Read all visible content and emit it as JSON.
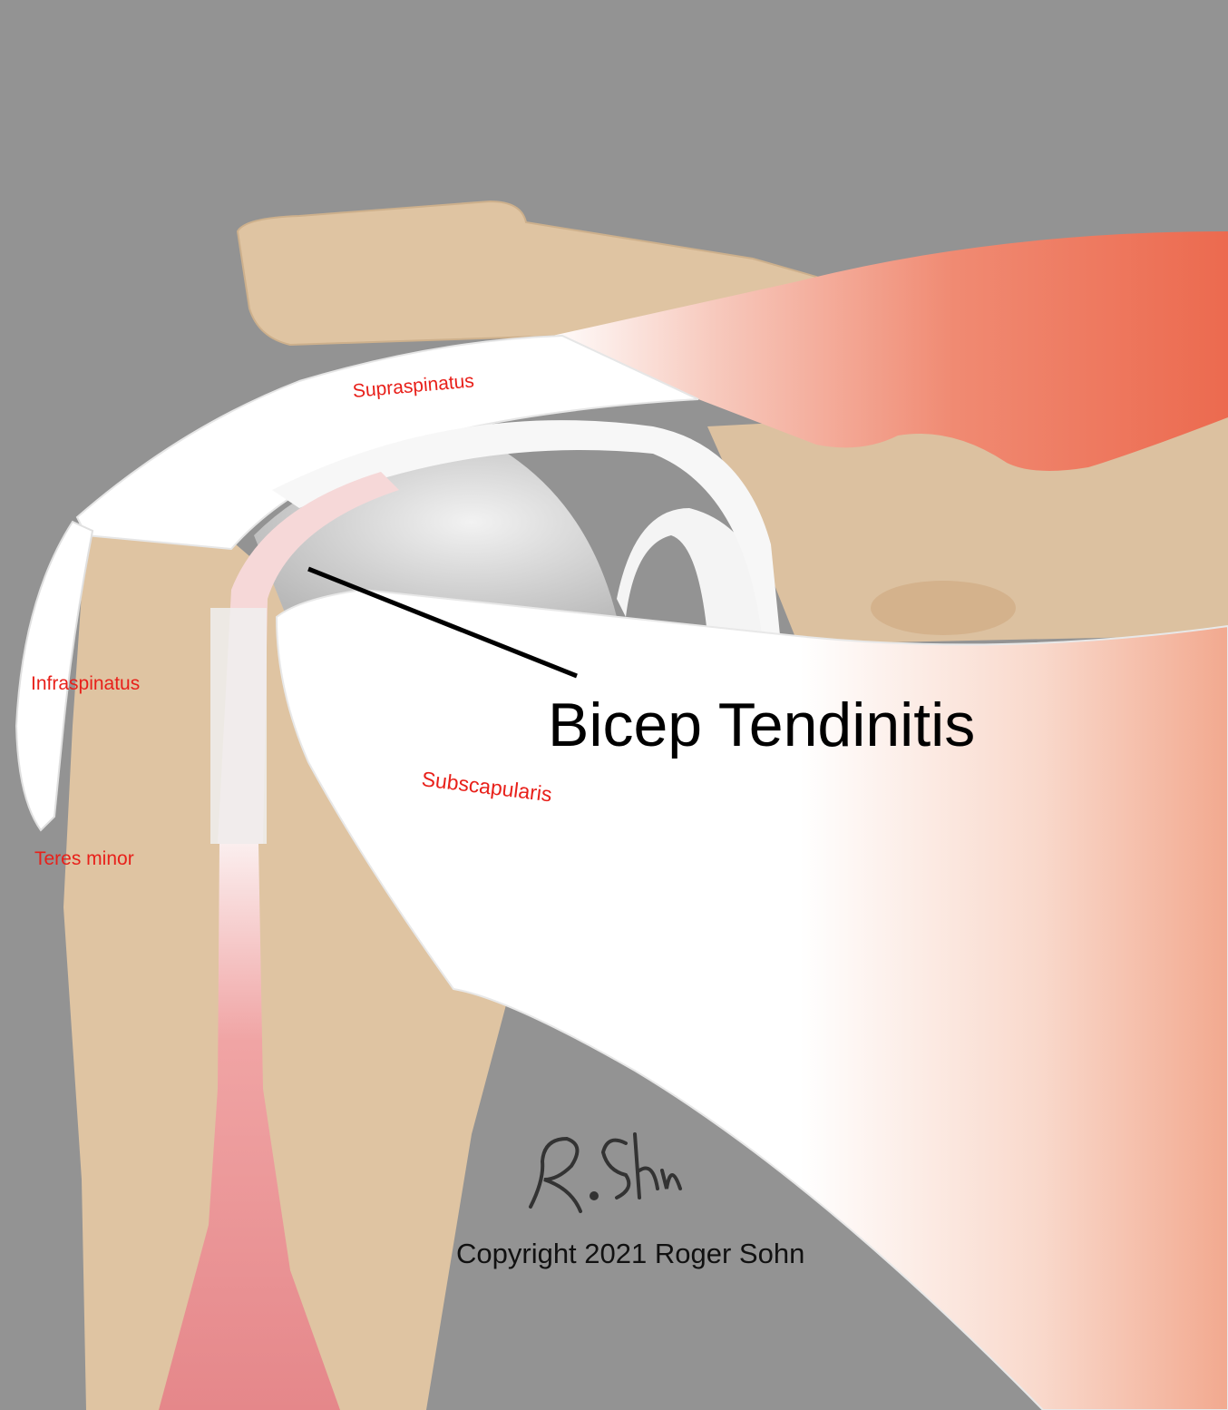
{
  "title": "Bicep Tendinitis",
  "labels": {
    "supraspinatus": "Supraspinatus",
    "infraspinatus": "Infraspinatus",
    "teres_minor": "Teres minor",
    "subscapularis": "Subscapularis"
  },
  "signature": "R. Sohn",
  "copyright": "Copyright 2021 Roger Sohn",
  "colors": {
    "background": "#939393",
    "bone": "#dfc4a2",
    "muscle": "#ee6a50",
    "tendon": "#ffffff",
    "label": "#e8201a"
  }
}
